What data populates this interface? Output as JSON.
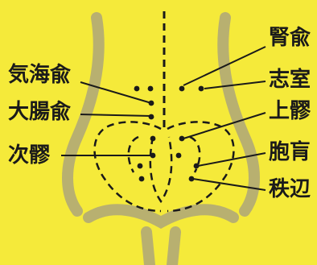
{
  "colors": {
    "background": "#f5ea3a",
    "body_outline": "#b8b070",
    "ink": "#1a1a1a"
  },
  "labels": {
    "left": [
      "気海兪",
      "大腸兪",
      "次髎"
    ],
    "right": [
      "腎兪",
      "志室",
      "上髎",
      "胞肓",
      "秩辺"
    ]
  }
}
